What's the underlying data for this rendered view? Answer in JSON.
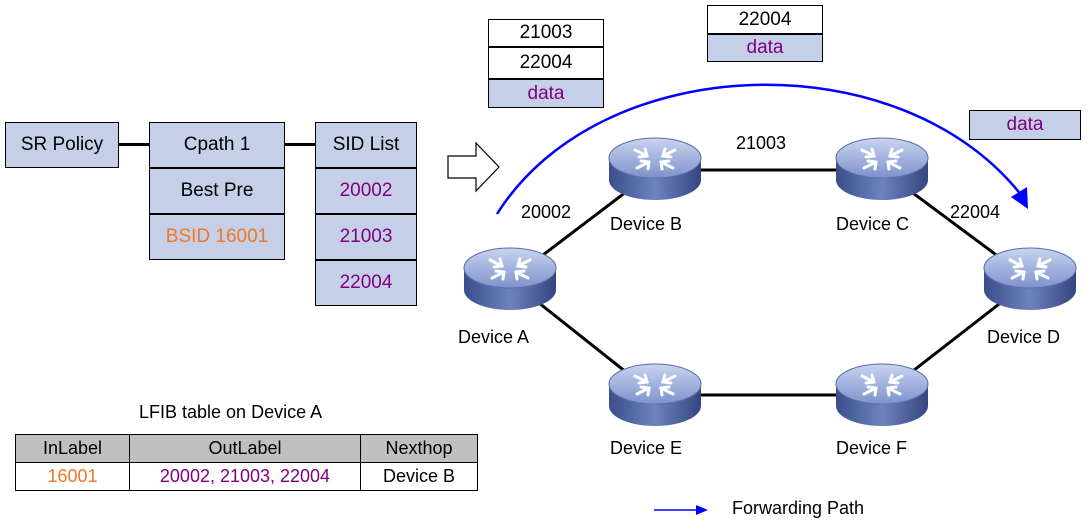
{
  "policy": {
    "sr_policy": "SR Policy",
    "cpath": "Cpath 1",
    "best_pre": "Best Pre",
    "bsid": "BSID 16001",
    "sid_list_title": "SID List",
    "sids": [
      "20002",
      "21003",
      "22004"
    ]
  },
  "stacks": {
    "first": [
      "21003",
      "22004",
      "data"
    ],
    "second": [
      "22004",
      "data"
    ],
    "third": [
      "data"
    ]
  },
  "devices": {
    "a": "Device A",
    "b": "Device B",
    "c": "Device C",
    "d": "Device D",
    "e": "Device E",
    "f": "Device F"
  },
  "link_labels": {
    "ab": "20002",
    "bc": "21003",
    "cd": "22004"
  },
  "lfib": {
    "title": "LFIB table on Device A",
    "headers": [
      "InLabel",
      "OutLabel",
      "Nexthop"
    ],
    "row": [
      "16001",
      "20002, 21003, 22004",
      "Device B"
    ]
  },
  "legend": {
    "forwarding_path": "Forwarding Path"
  },
  "colors": {
    "box_fill": "#c5cfe8",
    "path": "#0000ff",
    "sid": "#800080",
    "bsid": "#f07820"
  }
}
